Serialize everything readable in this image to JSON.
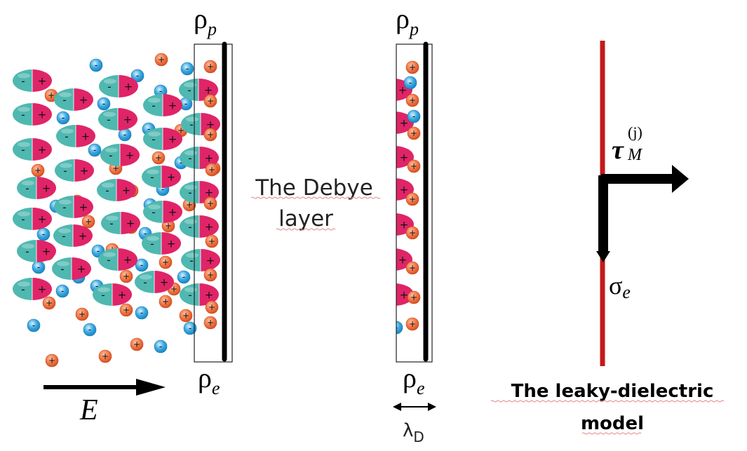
{
  "labels": {
    "rho_p_left": {
      "base": "ρ",
      "sub": "p"
    },
    "rho_e_left": {
      "base": "ρ",
      "sub": "e"
    },
    "rho_p_mid": {
      "base": "ρ",
      "sub": "p"
    },
    "rho_e_mid": {
      "base": "ρ",
      "sub": "e"
    },
    "field": "E",
    "debye_line1": "The Debye",
    "debye_line2": "layer",
    "lambda": {
      "base": "λ",
      "sub": "D"
    },
    "tau": {
      "base": "τ",
      "sup": "(j)",
      "sub": "M"
    },
    "sigma": {
      "base": "σ",
      "sub": "e"
    },
    "model_line1": "The leaky-dielectric",
    "model_line2": "model"
  },
  "glyphs": {
    "plus": "+",
    "minus": "-"
  },
  "colors": {
    "dipole_negative": "#4fb8b0",
    "dipole_positive": "#e02468",
    "cation": "#ee6a3c",
    "anion": "#2a9fd8",
    "interface_line": "#c41a1a",
    "arrow": "#000000"
  }
}
